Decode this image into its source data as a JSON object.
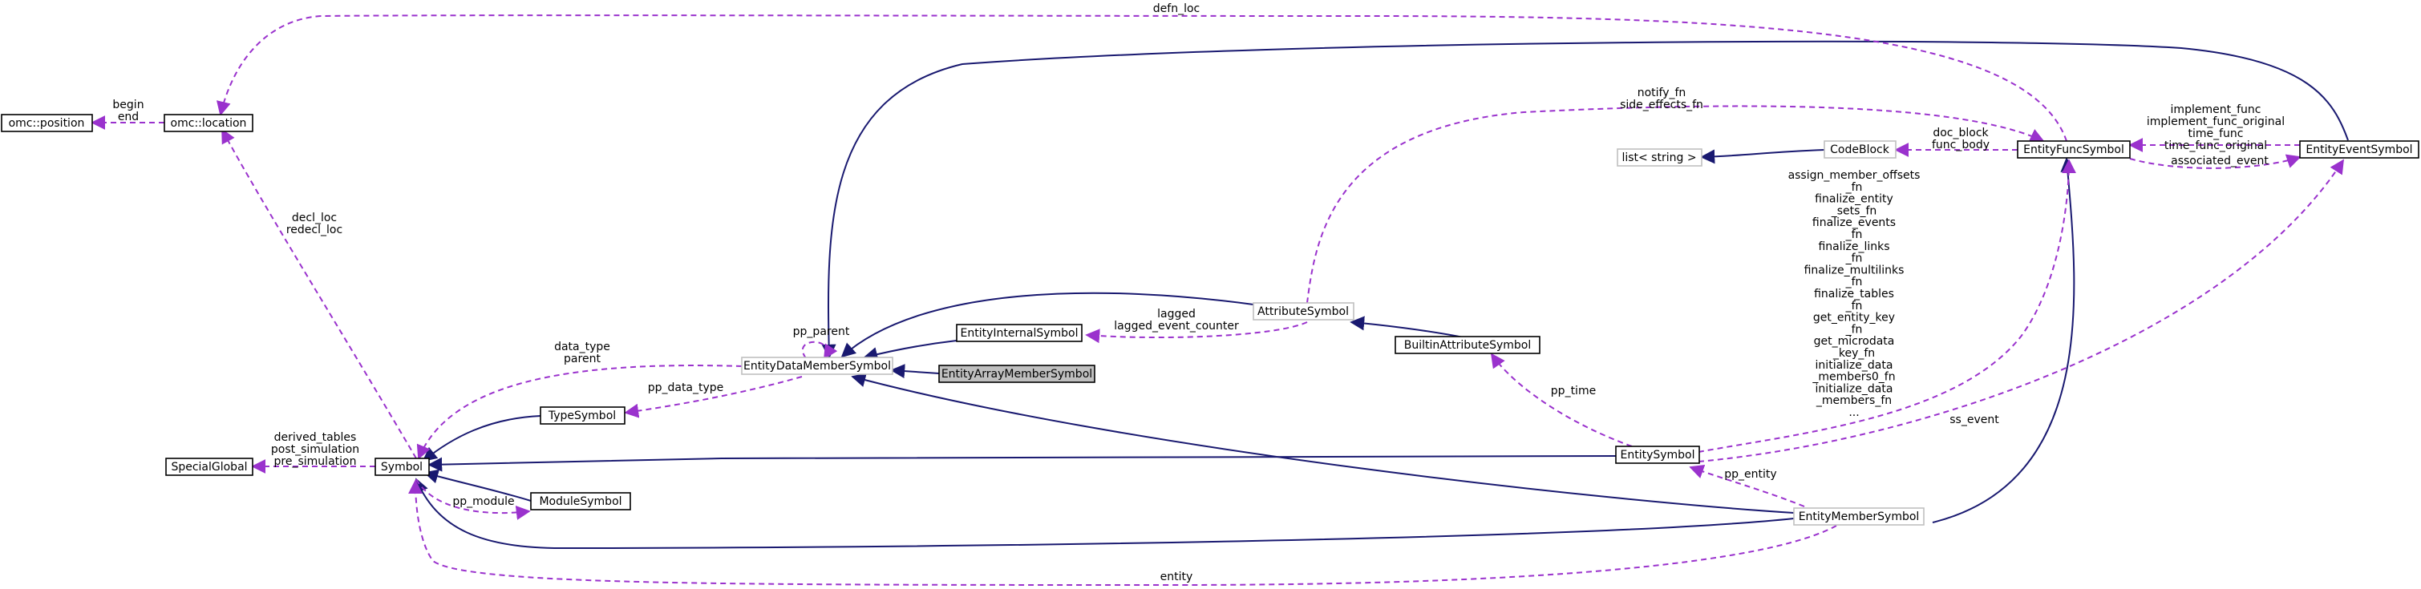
{
  "colors": {
    "inherit": "#191970",
    "usage": "#9a32cd",
    "node_border": "#000000",
    "node_border_light": "#bfbfbf",
    "highlight_fill": "#bfbfbf",
    "text": "#000000"
  },
  "nodes": {
    "position": "omc::position",
    "location": "omc::location",
    "special_global": "SpecialGlobal",
    "symbol": "Symbol",
    "type_symbol": "TypeSymbol",
    "module_symbol": "ModuleSymbol",
    "data_member": "EntityDataMemberSymbol",
    "internal": "EntityInternalSymbol",
    "array_member": "EntityArrayMemberSymbol",
    "attribute": "AttributeSymbol",
    "builtin_attr": "BuiltinAttributeSymbol",
    "entity_symbol": "EntitySymbol",
    "member_symbol": "EntityMemberSymbol",
    "list_string": "list< string >",
    "code_block": "CodeBlock",
    "func_symbol": "EntityFuncSymbol",
    "event_symbol": "EntityEventSymbol"
  },
  "labels": {
    "defn_loc": "defn_loc",
    "begin_end": [
      "begin",
      "end"
    ],
    "decl_loc": [
      "decl_loc",
      "redecl_loc"
    ],
    "derived": [
      "derived_tables",
      "post_simulation",
      "pre_simulation"
    ],
    "pp_module": "pp_module",
    "data_type_parent": [
      "data_type",
      "parent"
    ],
    "pp_parent": "pp_parent",
    "pp_data_type": "pp_data_type",
    "lagged": [
      "lagged",
      "lagged_event_counter"
    ],
    "notify": [
      "notify_fn",
      "side_effects_fn"
    ],
    "doc_block": [
      "doc_block",
      "func_body"
    ],
    "implement": [
      "implement_func",
      "implement_func_original",
      "time_func",
      "time_func_original"
    ],
    "associated_event": "associated_event",
    "assign_list": [
      "assign_member_offsets",
      "_fn",
      "finalize_entity",
      "_sets_fn",
      "finalize_events",
      "_fn",
      "finalize_links",
      "_fn",
      "finalize_multilinks",
      "_fn",
      "finalize_tables",
      "_fn",
      "get_entity_key",
      "_fn",
      "get_microdata",
      "_key_fn",
      "initialize_data",
      "_members0_fn",
      "initialize_data",
      "_members_fn",
      "..."
    ],
    "pp_time": "pp_time",
    "ss_event": "ss_event",
    "pp_entity": "pp_entity",
    "entity": "entity"
  }
}
